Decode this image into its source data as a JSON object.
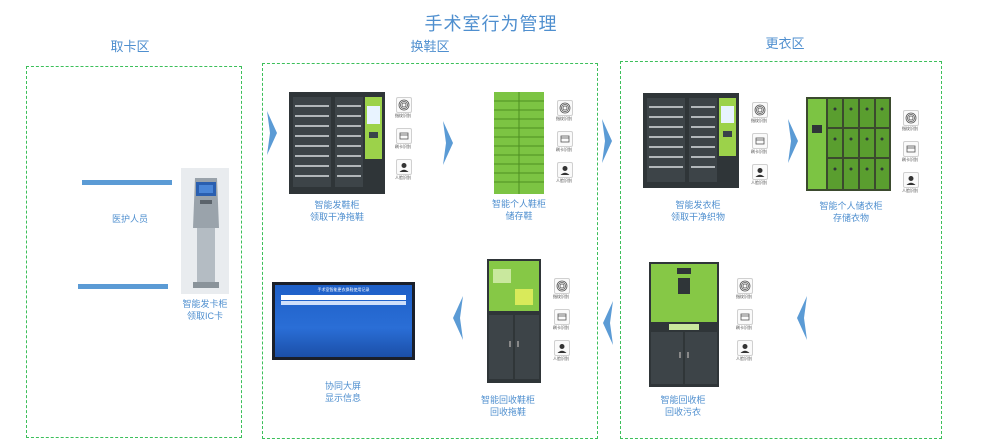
{
  "title": "手术室行为管理",
  "zones": {
    "card": {
      "title": "取卡区"
    },
    "shoe": {
      "title": "换鞋区"
    },
    "dress": {
      "title": "更衣区"
    }
  },
  "card_area": {
    "staff_label": "医护人员",
    "kiosk_caption": [
      "智能发卡柜",
      "领取IC卡"
    ]
  },
  "devices": {
    "shoe_dispenser": [
      "智能发鞋柜",
      "领取干净拖鞋"
    ],
    "shoe_locker": [
      "智能个人鞋柜",
      "储存鞋"
    ],
    "clothes_dispenser": [
      "智能发衣柜",
      "领取干净织物"
    ],
    "clothes_locker": [
      "智能个人储衣柜",
      "存储衣物"
    ],
    "shoe_recycler": [
      "智能回收鞋柜",
      "回收拖鞋"
    ],
    "clothes_recycler": [
      "智能回收柜",
      "回收污衣"
    ],
    "screen": [
      "协同大屏",
      "显示信息"
    ]
  },
  "badges": {
    "icons": [
      "fingerprint-icon",
      "card-swipe-icon",
      "face-recognition-icon"
    ],
    "labels": [
      "指纹识别",
      "刷卡识别",
      "人脸识别"
    ]
  },
  "screen_content": {
    "heading": "手术室智能更衣换鞋使用记录"
  },
  "colors": {
    "accent": "#4f8fcf",
    "zone_border": "#3cbf5a",
    "cabinet_green": "#7cc443",
    "cabinet_dark": "#2f3538"
  }
}
